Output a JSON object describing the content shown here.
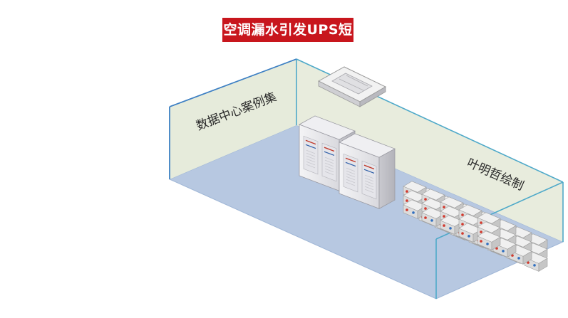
{
  "title": "空调漏水引发UPS短路",
  "wall_labels": {
    "left": "数据中心案例集",
    "right": "叶明哲绘制"
  },
  "colors": {
    "banner": "#c8161d",
    "floor": "#b8c8e0",
    "wall": "#e6ebdc",
    "edge": "#4aa8c8",
    "cabinet": "#e8e8ea",
    "battery": "#e2e2e2"
  },
  "icons": [
    "ac-unit-icon",
    "ups-cabinet-icon",
    "battery-icon"
  ]
}
